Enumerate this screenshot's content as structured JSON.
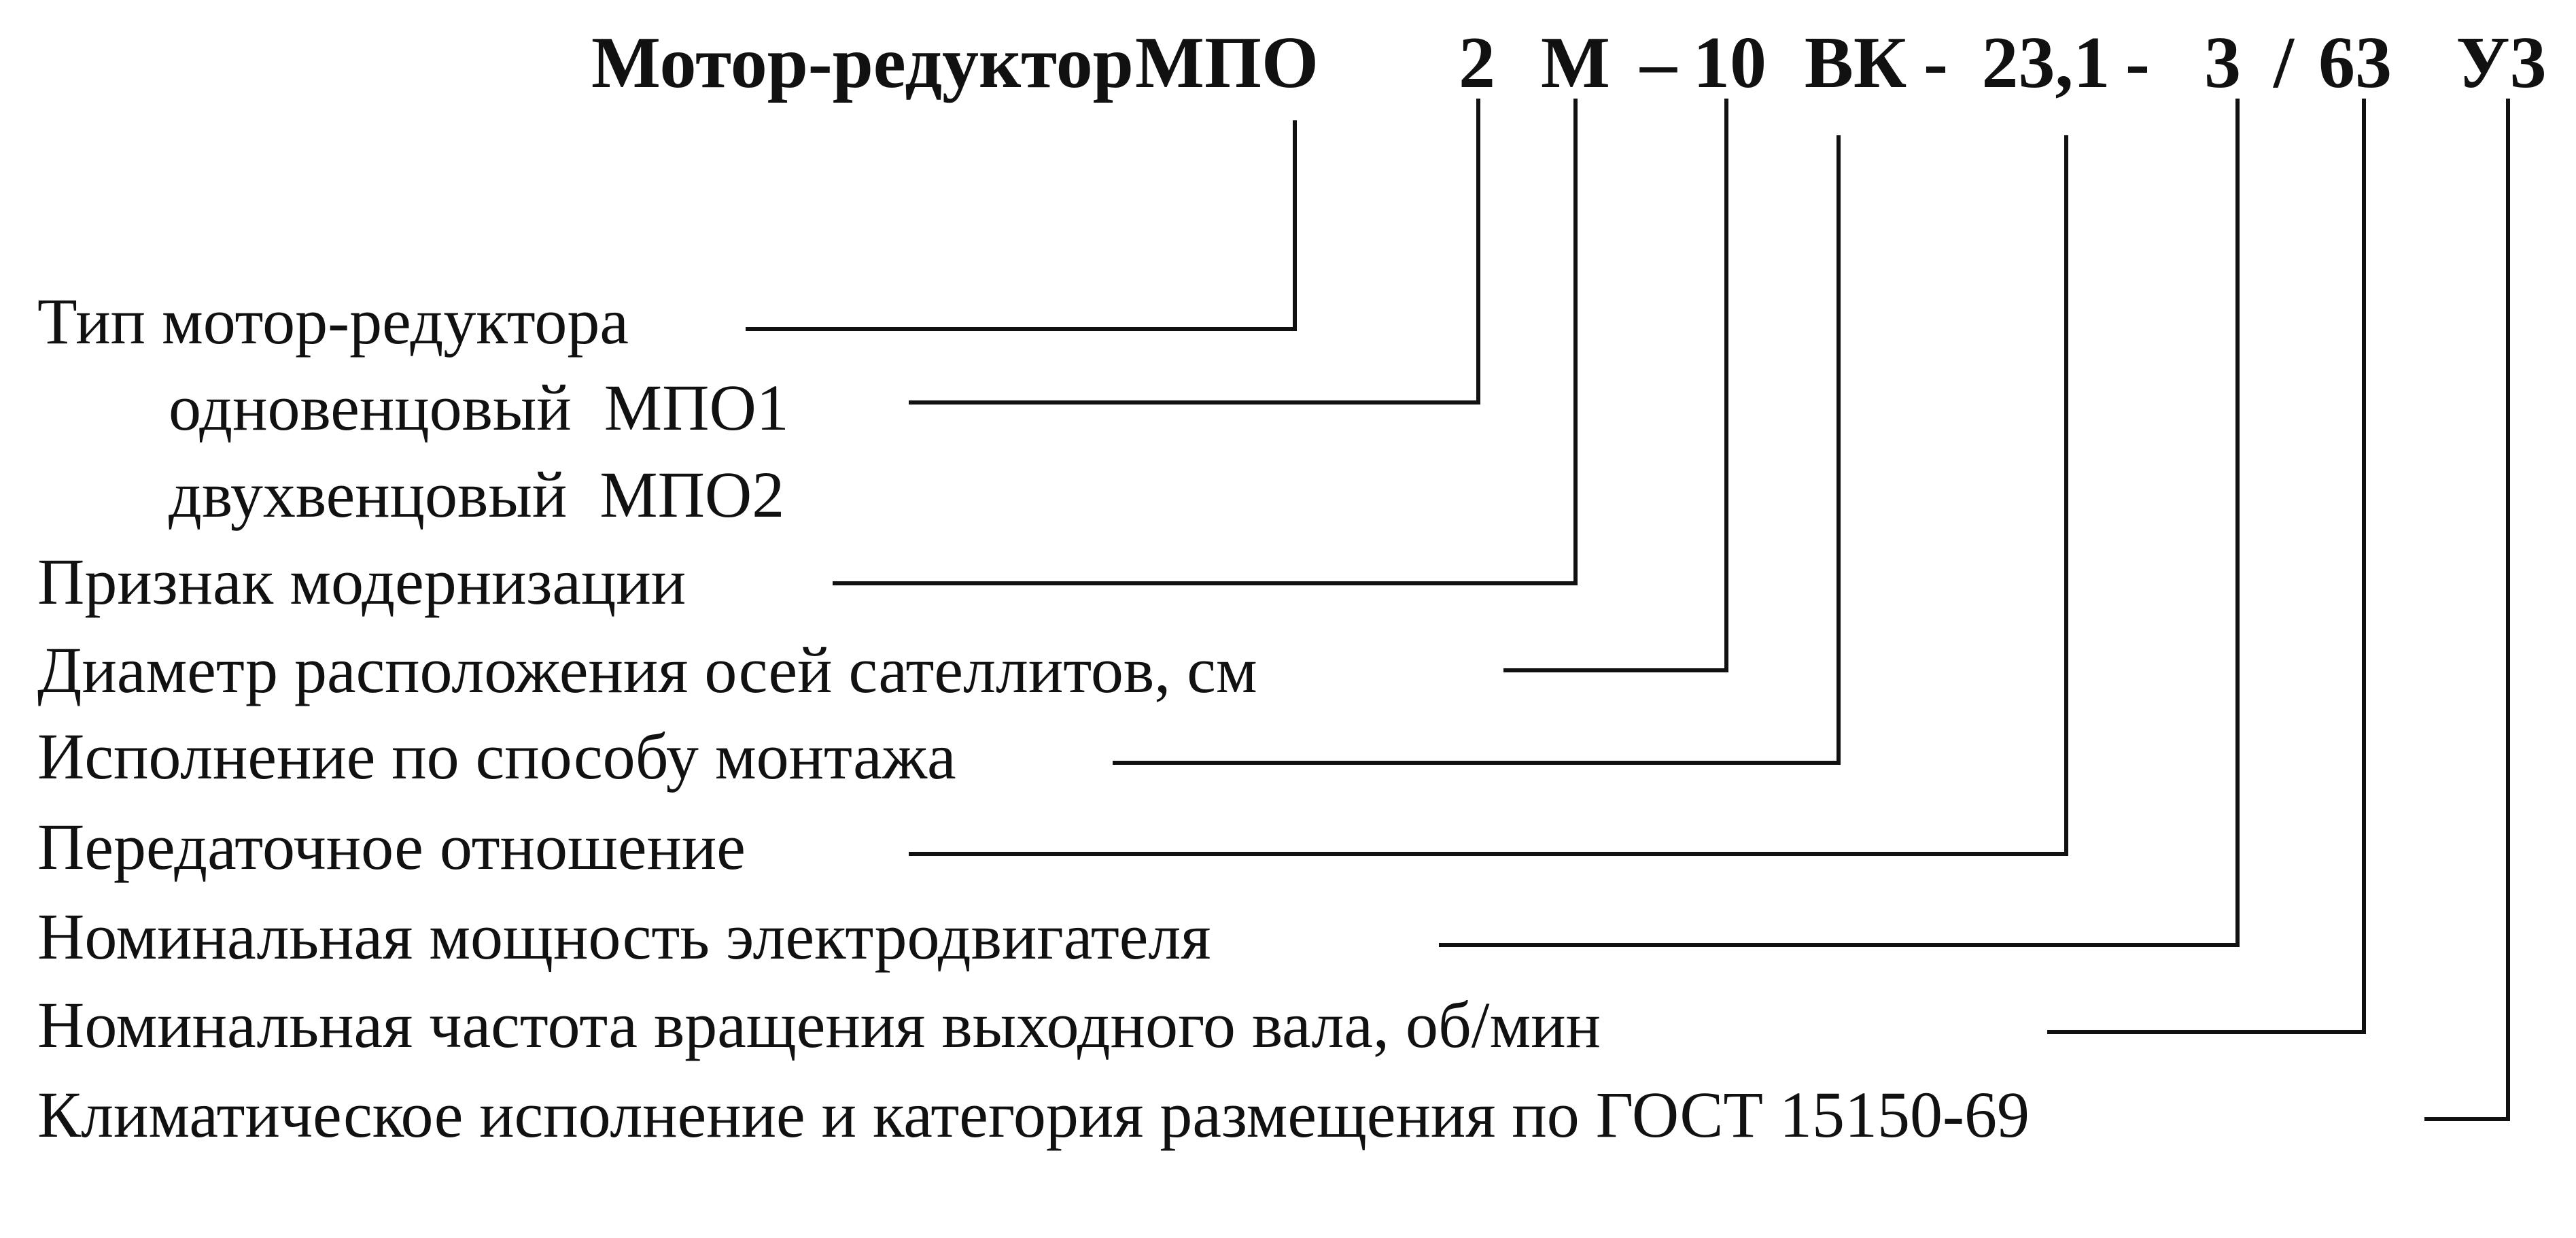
{
  "diagram": {
    "heading": "Мотор-редуктор",
    "code_parts": [
      {
        "id": "type",
        "text": "МПО"
      },
      {
        "id": "crowns",
        "text": "2"
      },
      {
        "id": "modernization",
        "text": "М"
      },
      {
        "id": "dash1",
        "text": "–"
      },
      {
        "id": "diameter",
        "text": "10"
      },
      {
        "id": "mounting",
        "text": "ВК"
      },
      {
        "id": "dash2",
        "text": "-"
      },
      {
        "id": "ratio",
        "text": "23,1"
      },
      {
        "id": "dash3",
        "text": "-"
      },
      {
        "id": "power",
        "text": "3"
      },
      {
        "id": "slash",
        "text": "/"
      },
      {
        "id": "speed",
        "text": "63"
      },
      {
        "id": "climate",
        "text": "У3"
      }
    ],
    "descriptions": [
      {
        "id": "type",
        "text": "Тип мотор-редуктора"
      },
      {
        "id": "crowns",
        "text": "одновенцовый  МПО1"
      },
      {
        "id": "crowns_alt",
        "text": "двухвенцовый  МПО2"
      },
      {
        "id": "modernization",
        "text": "Признак модернизации"
      },
      {
        "id": "diameter",
        "text": "Диаметр расположения осей сателлитов, см"
      },
      {
        "id": "mounting",
        "text": "Исполнение по способу монтажа"
      },
      {
        "id": "ratio",
        "text": "Передаточное отношение"
      },
      {
        "id": "power",
        "text": "Номинальная мощность электродвигателя"
      },
      {
        "id": "speed",
        "text": "Номинальная частота вращения выходного вала, об/мин"
      },
      {
        "id": "climate",
        "text": "Климатическое исполнение и категория размещения по ГОСТ 15150-69"
      }
    ]
  }
}
